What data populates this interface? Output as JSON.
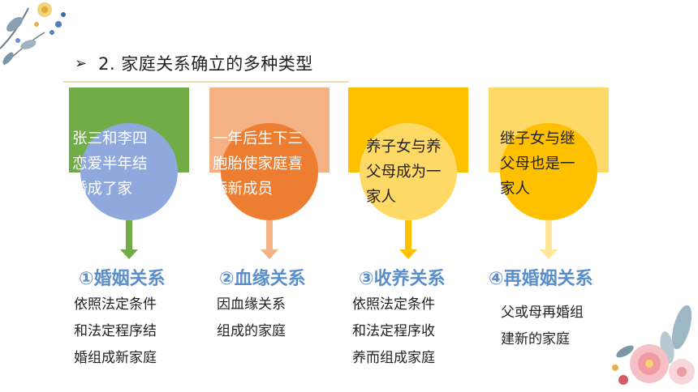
{
  "heading": {
    "bullet": "➢",
    "title": "2. 家庭关系确立的多种类型"
  },
  "cards": [
    {
      "text": [
        "张三和李四",
        "恋爱半年结",
        "婚成了家"
      ],
      "label": "①婚姻关系",
      "desc": [
        "依照法定条件",
        "和法定程序结",
        "婚组成新家庭"
      ],
      "bar_color": "#70ad47",
      "circle_color": "#8fa9dc",
      "arrow_color": "#70ad47",
      "text_color": "#ffffff"
    },
    {
      "text": [
        "一年后生下三",
        "胞胎使家庭喜",
        "添新成员"
      ],
      "label": "②血缘关系",
      "desc": [
        "因血缘关系",
        "组成的家庭"
      ],
      "bar_color": "#f4b183",
      "circle_color": "#ed7d31",
      "arrow_color": "#f4b183",
      "text_color": "#ffffff"
    },
    {
      "text": [
        "养子女与养",
        "父母成为一",
        "家人"
      ],
      "label": "③收养关系",
      "desc": [
        "依照法定条件",
        "和法定程序收",
        "养而组成家庭"
      ],
      "bar_color": "#ffc000",
      "circle_color": "#ffd966",
      "arrow_color": "#ffc000",
      "text_color": "#222222"
    },
    {
      "text": [
        "继子女与继",
        "父母也是一",
        "家人"
      ],
      "label": "④再婚姻关系",
      "desc": [
        "父或母再婚组",
        "建新的家庭"
      ],
      "bar_color": "#ffd966",
      "circle_color": "#ffc000",
      "arrow_color": "#ffe699",
      "text_color": "#222222"
    }
  ]
}
